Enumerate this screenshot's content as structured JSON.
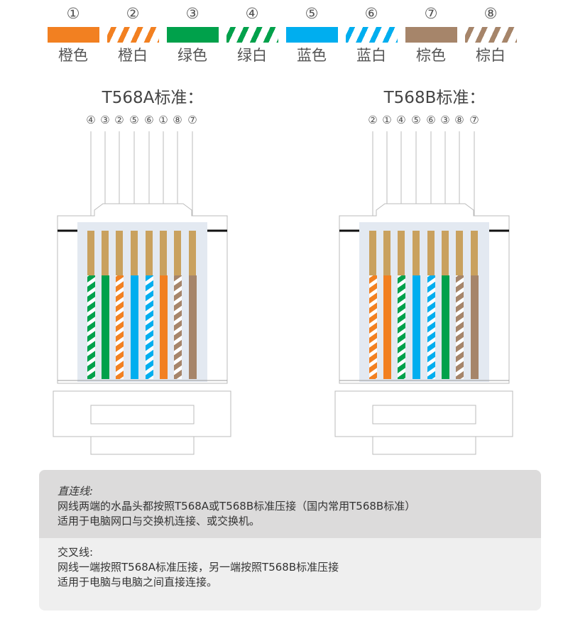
{
  "colors": {
    "orange": "#f28021",
    "green": "#00a14b",
    "blue": "#00aeef",
    "brown": "#a6856a",
    "gold": "#c9a15e"
  },
  "legend": [
    {
      "num": "①",
      "label": "橙色",
      "color": "orange",
      "striped": false
    },
    {
      "num": "②",
      "label": "橙白",
      "color": "orange",
      "striped": true
    },
    {
      "num": "③",
      "label": "绿色",
      "color": "green",
      "striped": false
    },
    {
      "num": "④",
      "label": "绿白",
      "color": "green",
      "striped": true
    },
    {
      "num": "⑤",
      "label": "蓝色",
      "color": "blue",
      "striped": false
    },
    {
      "num": "⑥",
      "label": "蓝白",
      "color": "blue",
      "striped": true
    },
    {
      "num": "⑦",
      "label": "棕色",
      "color": "brown",
      "striped": false
    },
    {
      "num": "⑧",
      "label": "棕白",
      "color": "brown",
      "striped": true
    }
  ],
  "standards": [
    {
      "title": "T568A标准：",
      "pins": [
        "④",
        "③",
        "②",
        "⑤",
        "⑥",
        "①",
        "⑧",
        "⑦"
      ],
      "wires": [
        [
          "green",
          true
        ],
        [
          "green",
          false
        ],
        [
          "orange",
          true
        ],
        [
          "blue",
          false
        ],
        [
          "blue",
          true
        ],
        [
          "orange",
          false
        ],
        [
          "brown",
          true
        ],
        [
          "brown",
          false
        ]
      ]
    },
    {
      "title": "T568B标准：",
      "pins": [
        "②",
        "①",
        "④",
        "⑤",
        "⑥",
        "③",
        "⑧",
        "⑦"
      ],
      "wires": [
        [
          "orange",
          true
        ],
        [
          "orange",
          false
        ],
        [
          "green",
          true
        ],
        [
          "blue",
          false
        ],
        [
          "blue",
          true
        ],
        [
          "green",
          false
        ],
        [
          "brown",
          true
        ],
        [
          "brown",
          false
        ]
      ]
    }
  ],
  "notes": {
    "straight": {
      "heading": "直连线:",
      "line1": "网线两端的水晶头都按照T568A或T568B标准压接（国内常用T568B标准）",
      "line2": "适用于电脑网口与交换机连接、或交换机。"
    },
    "crossover": {
      "heading": "交叉线:",
      "line1": "网线一端按照T568A标准压接，另一端按照T568B标准压接",
      "line2": "适用于电脑与电脑之间直接连接。"
    }
  }
}
